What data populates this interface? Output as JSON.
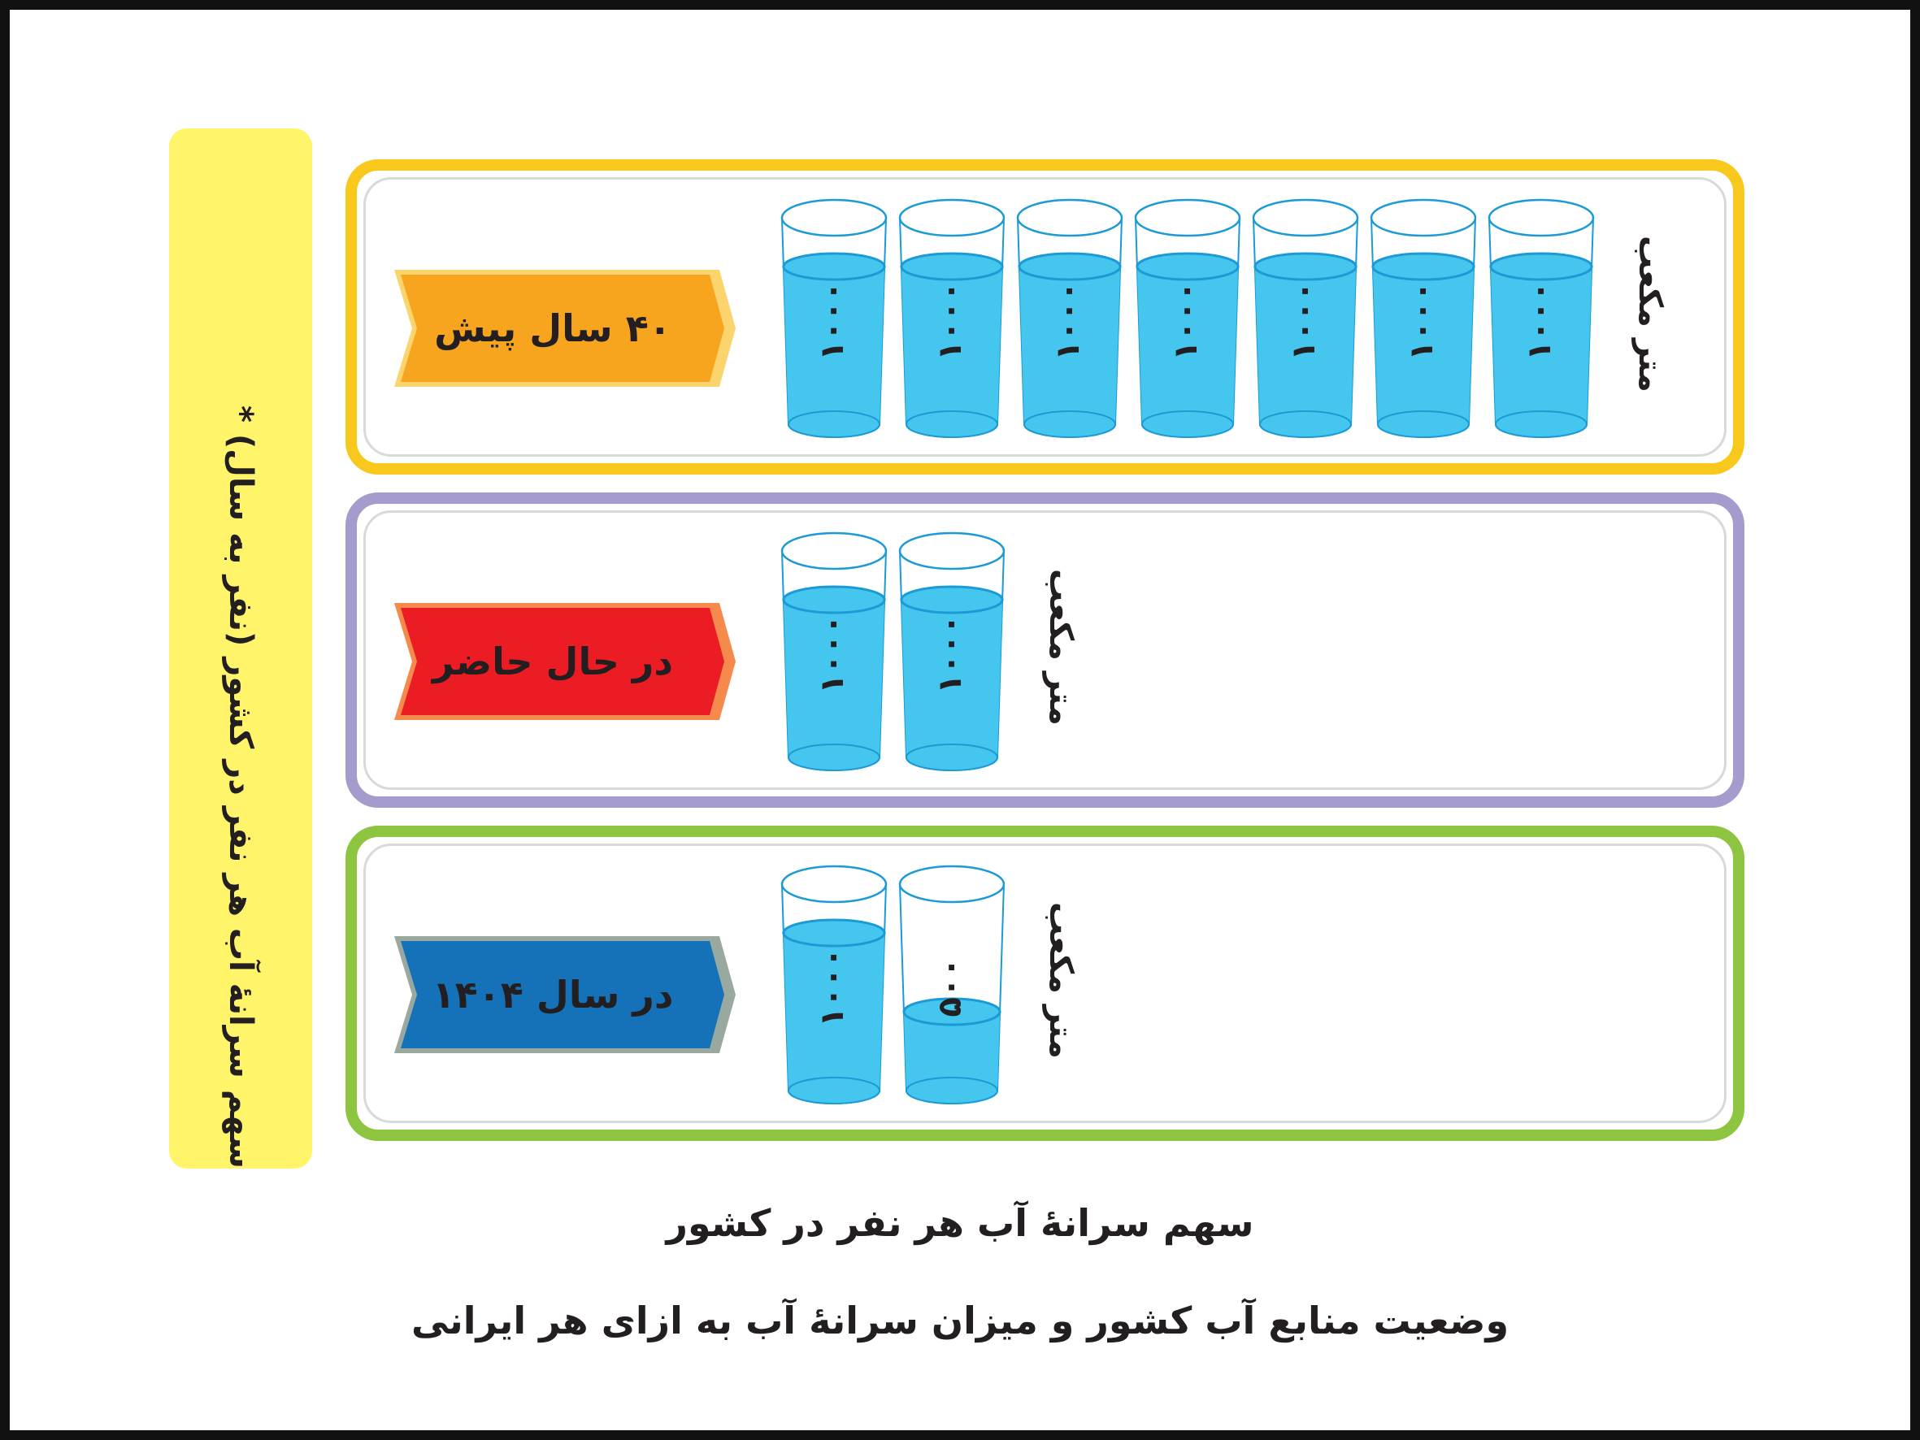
{
  "side_label": "سهم سرانهٔ آب هر نفر در کشور (نفر به سال) *",
  "unit": "متر مکعب",
  "colors": {
    "water": "#45c6ef",
    "outline": "#1b9ad6"
  },
  "rows": [
    {
      "label": "۴۰ سال پیش",
      "tag_color": "#f7a51e",
      "tag_edge": "#fbd46e",
      "glasses": [
        {
          "value": 1000,
          "text": "۱۰۰۰",
          "fill": 1
        },
        {
          "value": 1000,
          "text": "۱۰۰۰",
          "fill": 1
        },
        {
          "value": 1000,
          "text": "۱۰۰۰",
          "fill": 1
        },
        {
          "value": 1000,
          "text": "۱۰۰۰",
          "fill": 1
        },
        {
          "value": 1000,
          "text": "۱۰۰۰",
          "fill": 1
        },
        {
          "value": 1000,
          "text": "۱۰۰۰",
          "fill": 1
        },
        {
          "value": 1000,
          "text": "۱۰۰۰",
          "fill": 1
        }
      ]
    },
    {
      "label": "در حال حاضر",
      "tag_color": "#ec1c24",
      "tag_edge": "#f58a4c",
      "glasses": [
        {
          "value": 1000,
          "text": "۱۰۰۰",
          "fill": 1
        },
        {
          "value": 1000,
          "text": "۱۰۰۰",
          "fill": 1
        }
      ]
    },
    {
      "label": "در سال ۱۴۰۴",
      "tag_color": "#1572b9",
      "tag_edge": "#9aa9a0",
      "glasses": [
        {
          "value": 1000,
          "text": "۱۰۰۰",
          "fill": 1
        },
        {
          "value": 500,
          "text": "۵۰۰",
          "fill": 0.5
        }
      ]
    }
  ],
  "caption": {
    "line1": "سهم سرانهٔ آب هر نفر در کشور",
    "line2": "وضعیت منابع آب کشور و میزان سرانهٔ آب به ازای هر ایرانی"
  }
}
